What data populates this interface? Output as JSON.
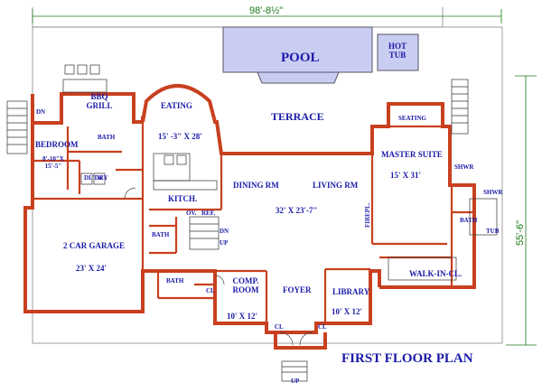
{
  "title": "FIRST FLOOR PLAN",
  "dimensions": {
    "width": "98'-8½\"",
    "depth": "55'-6\""
  },
  "rooms": {
    "pool": "POOL",
    "hot_tub": "HOT TUB",
    "bbq": "BBQ GRILL",
    "terrace": "TERRACE",
    "eating": "EATING",
    "eating_size": "15' -3\" X 28'",
    "bedroom": "BEDROOM",
    "bedroom_size": "8'-10\"X 15'-5\"",
    "bath": "BATH",
    "laundry": "L'DRY",
    "kitchen": "KITCH.",
    "oven": "OV.",
    "refrigerator": "REF.",
    "garage": "2 CAR GARAGE",
    "garage_size": "23' X 24'",
    "dining": "DINING RM",
    "living": "LIVING RM",
    "great_size": "32' X 23'-7\"",
    "fireplace": "FIREPL.",
    "master": "MASTER SUITE",
    "master_size": "15' X 31'",
    "seating": "SEATING",
    "shower": "SHWR",
    "tub": "TUB",
    "walkin": "WALK-IN-CL.",
    "comp": "COMP. ROOM",
    "comp_size": "10' X 12'",
    "foyer": "FOYER",
    "library": "LIBRARY",
    "library_size": "10' X 12'",
    "closet": "CL",
    "up": "UP",
    "dn": "DN",
    "washer": "W",
    "dryer": "D"
  },
  "colors": {
    "wall": "#c8401f",
    "text": "#1a1aa8",
    "dimension": "#1a7a1a",
    "pool": "#c9cdf2"
  }
}
